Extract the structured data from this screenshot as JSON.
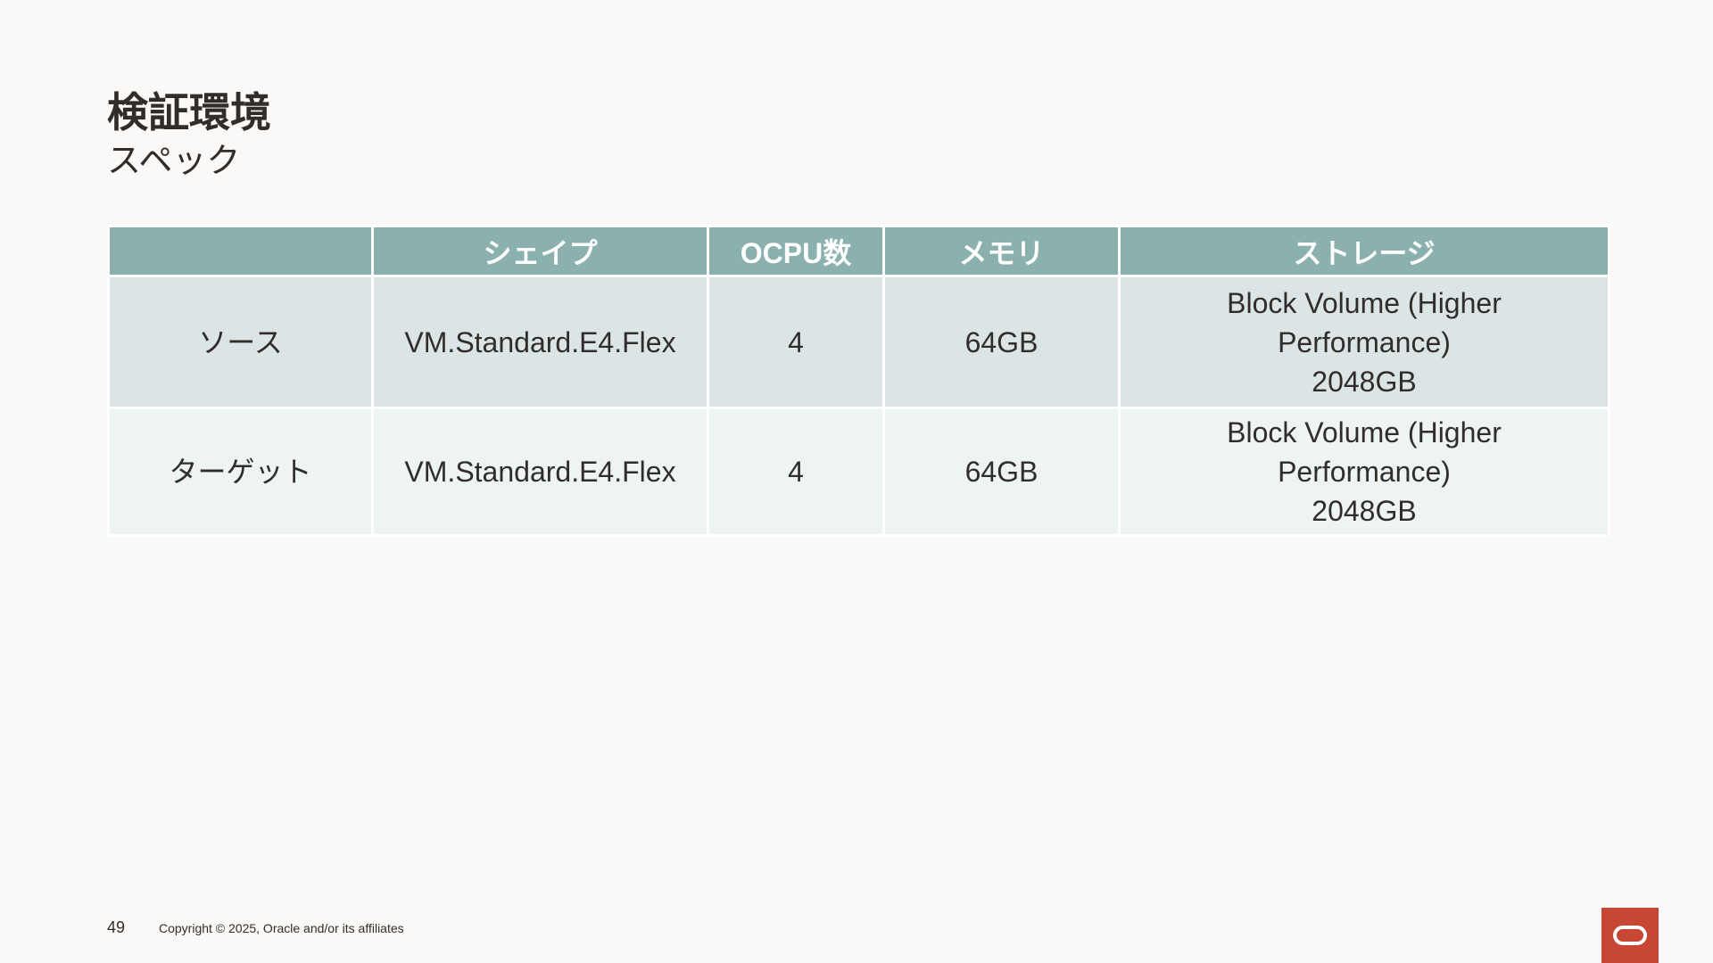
{
  "slide": {
    "title": "検証環境",
    "subtitle": "スペック"
  },
  "table": {
    "headers": [
      "",
      "シェイプ",
      "OCPU数",
      "メモリ",
      "ストレージ"
    ],
    "rows": [
      {
        "label": "ソース",
        "shape": "VM.Standard.E4.Flex",
        "ocpu": "4",
        "memory": "64GB",
        "storage": [
          "Block Volume (Higher",
          "Performance)",
          "2048GB"
        ]
      },
      {
        "label": "ターゲット",
        "shape": "VM.Standard.E4.Flex",
        "ocpu": "4",
        "memory": "64GB",
        "storage": [
          "Block Volume (Higher",
          "Performance)",
          "2048GB"
        ]
      }
    ]
  },
  "footer": {
    "page_number": "49",
    "copyright": "Copyright © 2025, Oracle and/or its affiliates"
  },
  "brand": {
    "logo_icon": "oracle-logo-icon",
    "logo_color": "#c74634",
    "header_color": "#8bb1af"
  }
}
